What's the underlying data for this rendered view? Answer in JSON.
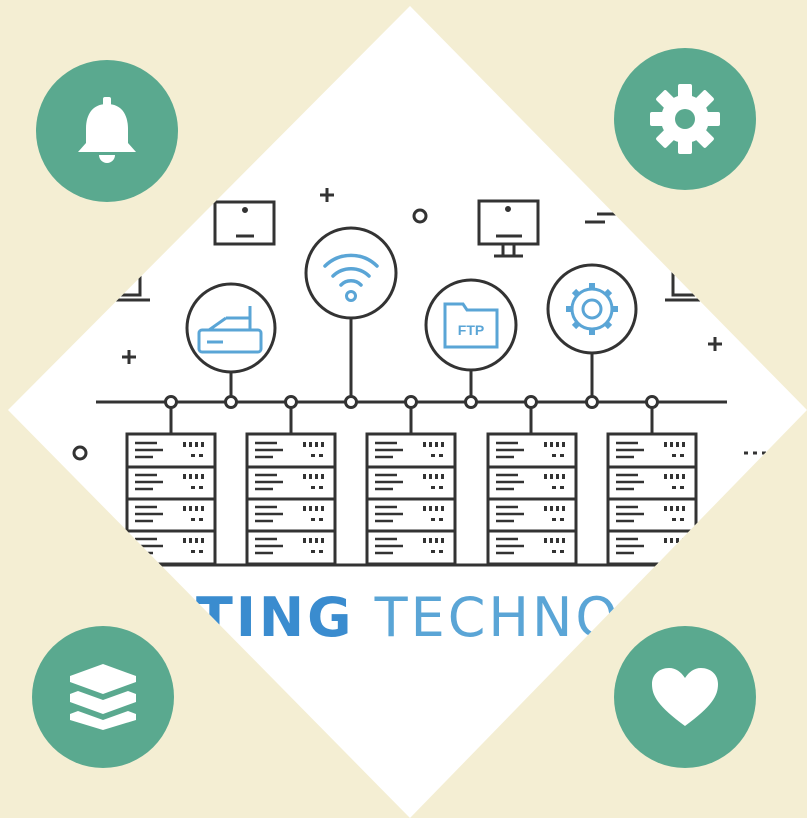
{
  "caption": {
    "bold_part": "TING",
    "light_part": " TECHNOL"
  },
  "icons": {
    "top_left": "bell-icon",
    "top_right": "gear-icon",
    "bottom_left": "layers-icon",
    "bottom_right": "heart-icon",
    "ftp_folder_label": "FTP"
  },
  "colors": {
    "background": "#f4eed3",
    "badge": "#5aa98f",
    "line_art": "#333333",
    "accent_blue": "#5aa5d6",
    "panel": "#ffffff"
  }
}
